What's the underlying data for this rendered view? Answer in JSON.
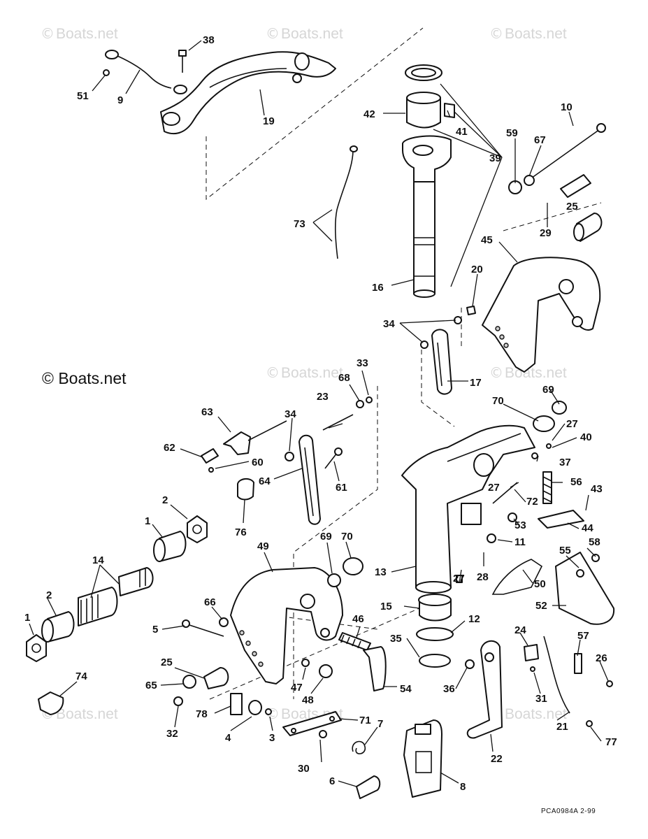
{
  "watermark": "Boats.net",
  "brand_label": "© Boats.net",
  "drawing_code": "PCA0984A   2-99",
  "watermark_symbol": "©",
  "callouts": [
    "38",
    "51",
    "9",
    "19",
    "42",
    "41",
    "39",
    "10",
    "59",
    "67",
    "25",
    "29",
    "73",
    "16",
    "45",
    "20",
    "34",
    "17",
    "33",
    "68",
    "23",
    "63",
    "34",
    "62",
    "60",
    "64",
    "61",
    "76",
    "2",
    "1",
    "14",
    "2",
    "1",
    "74",
    "49",
    "66",
    "5",
    "25",
    "65",
    "32",
    "78",
    "4",
    "3",
    "69",
    "70",
    "47",
    "48",
    "71",
    "30",
    "7",
    "6",
    "46",
    "54",
    "35",
    "36",
    "12",
    "15",
    "13",
    "27",
    "69",
    "70",
    "27",
    "40",
    "37",
    "56",
    "43",
    "27",
    "72",
    "53",
    "44",
    "11",
    "58",
    "55",
    "28",
    "50",
    "52",
    "24",
    "31",
    "57",
    "26",
    "21",
    "77",
    "22",
    "8"
  ]
}
